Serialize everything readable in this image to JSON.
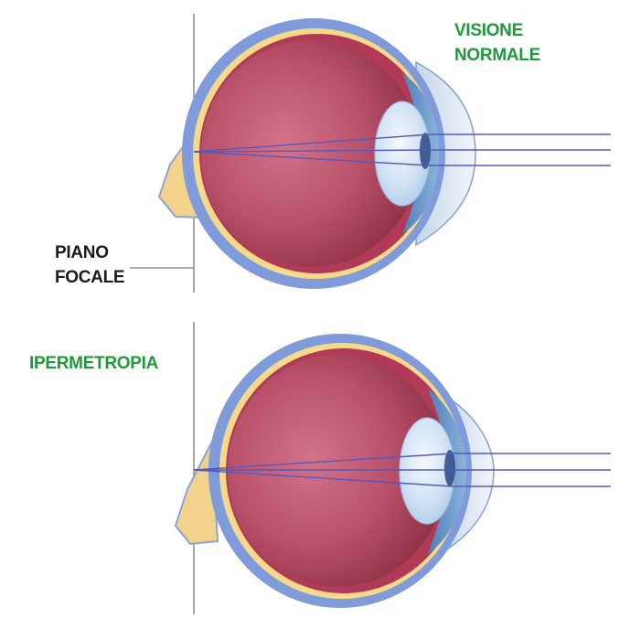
{
  "labels": {
    "normal_line1": "VISIONE",
    "normal_line2": "NORMALE",
    "focal_line1": "PIANO",
    "focal_line2": "FOCALE",
    "hyperopia": "IPERMETROPIA"
  },
  "colors": {
    "label_green": "#1f9a3c",
    "label_dark": "#1b1b1b",
    "eye_interior": "#b34a63",
    "sclera_outer": "#7f9bd9",
    "retina_yellow": "#f6d98a",
    "cornea": "#dfe8f3",
    "lens": "#c9ddf2",
    "light_ray": "#5858b8"
  }
}
